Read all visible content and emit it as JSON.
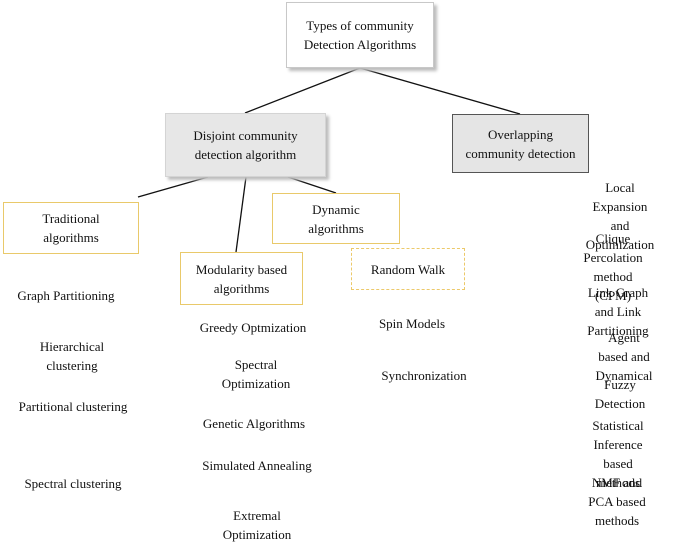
{
  "root": "Types of community\nDetection Algorithms",
  "disjoint": "Disjoint community\ndetection algorithm",
  "overlapping": "Overlapping\ncommunity detection",
  "traditional": {
    "title": "Traditional\nalgorithms",
    "items": [
      "Graph Partitioning",
      "Hierarchical\nclustering",
      "Partitional clustering",
      "Spectral clustering"
    ]
  },
  "modularity": {
    "title": "Modularity based\nalgorithms",
    "items": [
      "Greedy Optmization",
      "Spectral\nOptimization",
      "Genetic Algorithms",
      "Simulated Annealing",
      "Extremal\nOptimization"
    ]
  },
  "dynamic": {
    "title": "Dynamic\nalgorithms",
    "random_walk": "Random Walk",
    "items": [
      "Spin Models",
      "Synchronization"
    ]
  },
  "overlap_items": [
    "Local Expansion and\nOptimization",
    "Clique Percolation\nmethod (CPM)",
    "Link Graph and Link\nPartitioning",
    "Agent based and\nDynamical",
    "Fuzzy Detection",
    "Statistical Inference\nbased methods",
    "NMF and PCA based\nmethods"
  ]
}
